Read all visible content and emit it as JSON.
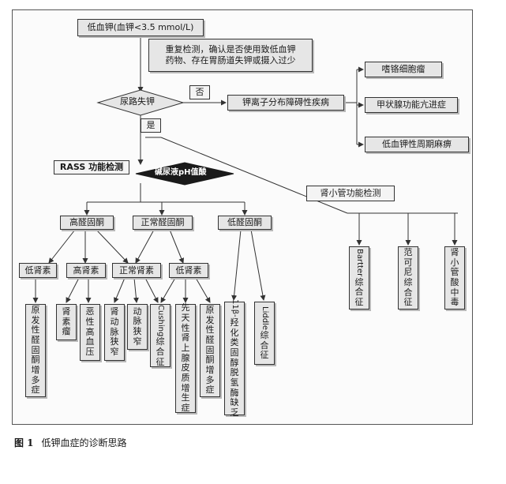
{
  "diagram": {
    "root": "低血钾(血钾<3.5 mmol/L)",
    "recheck_note": {
      "line1": "重复检测，确认是否使用致低血钾",
      "line2": "药物、存在胃肠道失钾或摄入过少"
    },
    "decision_urine": "尿路失钾",
    "label_no": "否",
    "label_yes": "是",
    "redistribution": "钾离子分布障碍性疾病",
    "redistribution_causes": [
      "嗜铬细胞瘤",
      "甲状腺功能亢进症",
      "低血钾性周期麻痹"
    ],
    "rass_test": "RASS 功能检测",
    "decision_ph": "碱尿液pH值酸",
    "renal_tubule_test": "肾小管功能检测",
    "aldosterone_levels": [
      "高醛固酮",
      "正常醛固酮",
      "低醛固酮"
    ],
    "renin_levels": [
      "低肾素",
      "高肾素",
      "正常肾素",
      "低肾素"
    ],
    "tubule_diseases": [
      {
        "chars": [
          "Bartter",
          "综",
          "合",
          "征"
        ]
      },
      {
        "chars": [
          "范",
          "可",
          "尼",
          "综",
          "合",
          "征"
        ]
      },
      {
        "chars": [
          "肾",
          "小",
          "管",
          "酸",
          "中",
          "毒"
        ]
      }
    ],
    "leaf_diseases": [
      {
        "chars": [
          "原",
          "发",
          "性",
          "醛",
          "固",
          "酮",
          "增",
          "多",
          "症"
        ]
      },
      {
        "chars": [
          "肾",
          "素",
          "瘤"
        ]
      },
      {
        "chars": [
          "恶",
          "性",
          "高",
          "血",
          "压"
        ]
      },
      {
        "chars": [
          "肾",
          "动",
          "脉",
          "狭",
          "窄"
        ]
      },
      {
        "chars": [
          "动",
          "脉",
          "狭",
          "窄"
        ]
      },
      {
        "chars": [
          "Cushing",
          "综",
          "合",
          "征"
        ]
      },
      {
        "chars": [
          "先",
          "天",
          "性",
          "肾",
          "上",
          "腺",
          "皮",
          "质",
          "增",
          "生",
          "症"
        ]
      },
      {
        "chars": [
          "原",
          "发",
          "性",
          "醛",
          "固",
          "酮",
          "增",
          "多",
          "症"
        ]
      },
      {
        "chars": [
          "11β-",
          "羟",
          "化",
          "类",
          "固",
          "醇",
          "脱",
          "氢",
          "酶",
          "缺",
          "乏"
        ]
      },
      {
        "chars": [
          "Liddle",
          "综",
          "合",
          "征"
        ]
      }
    ]
  },
  "caption": {
    "figure_label": "图 1",
    "text": "低钾血症的诊断思路"
  }
}
